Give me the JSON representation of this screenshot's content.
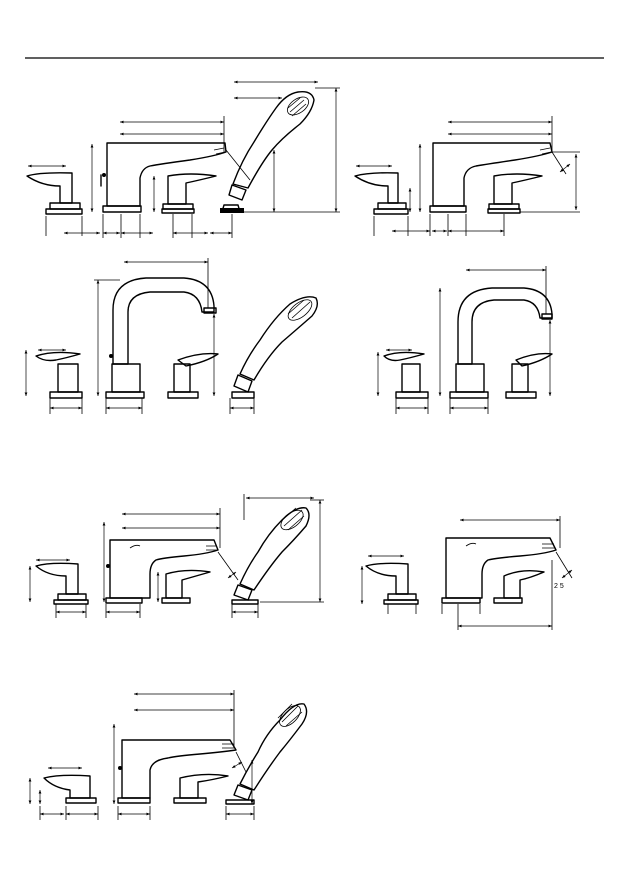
{
  "page": {
    "title": "",
    "background": "#ffffff",
    "line_color": "#000000"
  },
  "figures": [
    {
      "name": "bath-4hole-set-with-handshower-a"
    },
    {
      "name": "bath-3hole-set-a"
    },
    {
      "name": "tall-spout-set-with-handshower"
    },
    {
      "name": "tall-spout-3hole-set"
    },
    {
      "name": "bath-4hole-set-with-handshower-b"
    },
    {
      "name": "bath-3hole-set-b"
    },
    {
      "name": "bath-4hole-set-with-handshower-c"
    }
  ],
  "annotations": {
    "angle_label_1": "2 5"
  }
}
